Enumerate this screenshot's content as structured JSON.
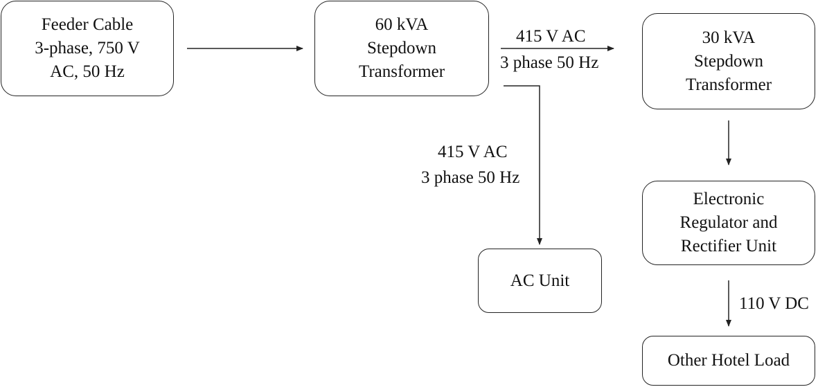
{
  "nodes": {
    "feeder": {
      "text": "Feeder Cable\n3-phase, 750 V\nAC, 50 Hz"
    },
    "tx60": {
      "text": "60 kVA\nStepdown\nTransformer"
    },
    "tx30": {
      "text": "30 kVA\nStepdown\nTransformer"
    },
    "ac_unit": {
      "text": "AC Unit"
    },
    "regulator": {
      "text": "Electronic\nRegulator and\nRectifier Unit"
    },
    "hotel_load": {
      "text": "Other Hotel Load"
    }
  },
  "edge_labels": {
    "tx60_to_tx30_line1": "415 V AC",
    "tx60_to_tx30_line2": "3 phase 50 Hz",
    "tx60_to_ac_line1": "415 V AC",
    "tx60_to_ac_line2": "3 phase 50 Hz",
    "reg_to_load": "110 V DC"
  },
  "colors": {
    "stroke": "#222222",
    "text": "#111111",
    "background": "#ffffff"
  }
}
